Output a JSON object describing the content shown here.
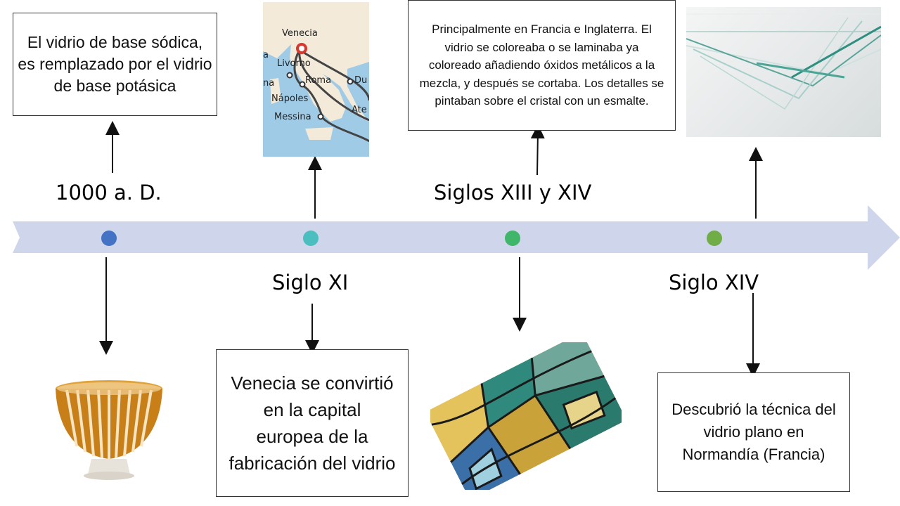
{
  "timeline": {
    "colors": {
      "band": "#cfd5ea",
      "dot1": "#4472c4",
      "dot2": "#4bbfbf",
      "dot3": "#3fb66a",
      "dot4": "#70ad47"
    },
    "events": [
      {
        "date": "1000 a. D.",
        "text": "El vidrio de base sódica, es remplazado por el vidrio de base potásica"
      },
      {
        "date": "Siglo XI",
        "text": "Venecia se convirtió en la capital europea de la fabricación del vidrio"
      },
      {
        "date": "Siglos XIII y XIV",
        "text": "Principalmente en Francia e Inglaterra. El vidrio se coloreaba o se laminaba ya coloreado añadiendo óxidos metálicos a la mezcla, y después se cortaba. Los detalles se pintaban sobre el cristal con un esmalte."
      },
      {
        "date": "Siglo XIV",
        "text": "Descubrió la técnica del vidrio plano en Normandía (Francia)"
      }
    ]
  },
  "map": {
    "cities": [
      "Venecia",
      "Livorno",
      "Roma",
      "Nápoles",
      "Messina"
    ],
    "partial": [
      "a",
      "na",
      "Du",
      "Ate"
    ]
  },
  "images": {
    "bowl": "amber-cut-glass-bowl",
    "stained": "stained-glass-panel",
    "sheets": "flat-glass-sheets"
  }
}
